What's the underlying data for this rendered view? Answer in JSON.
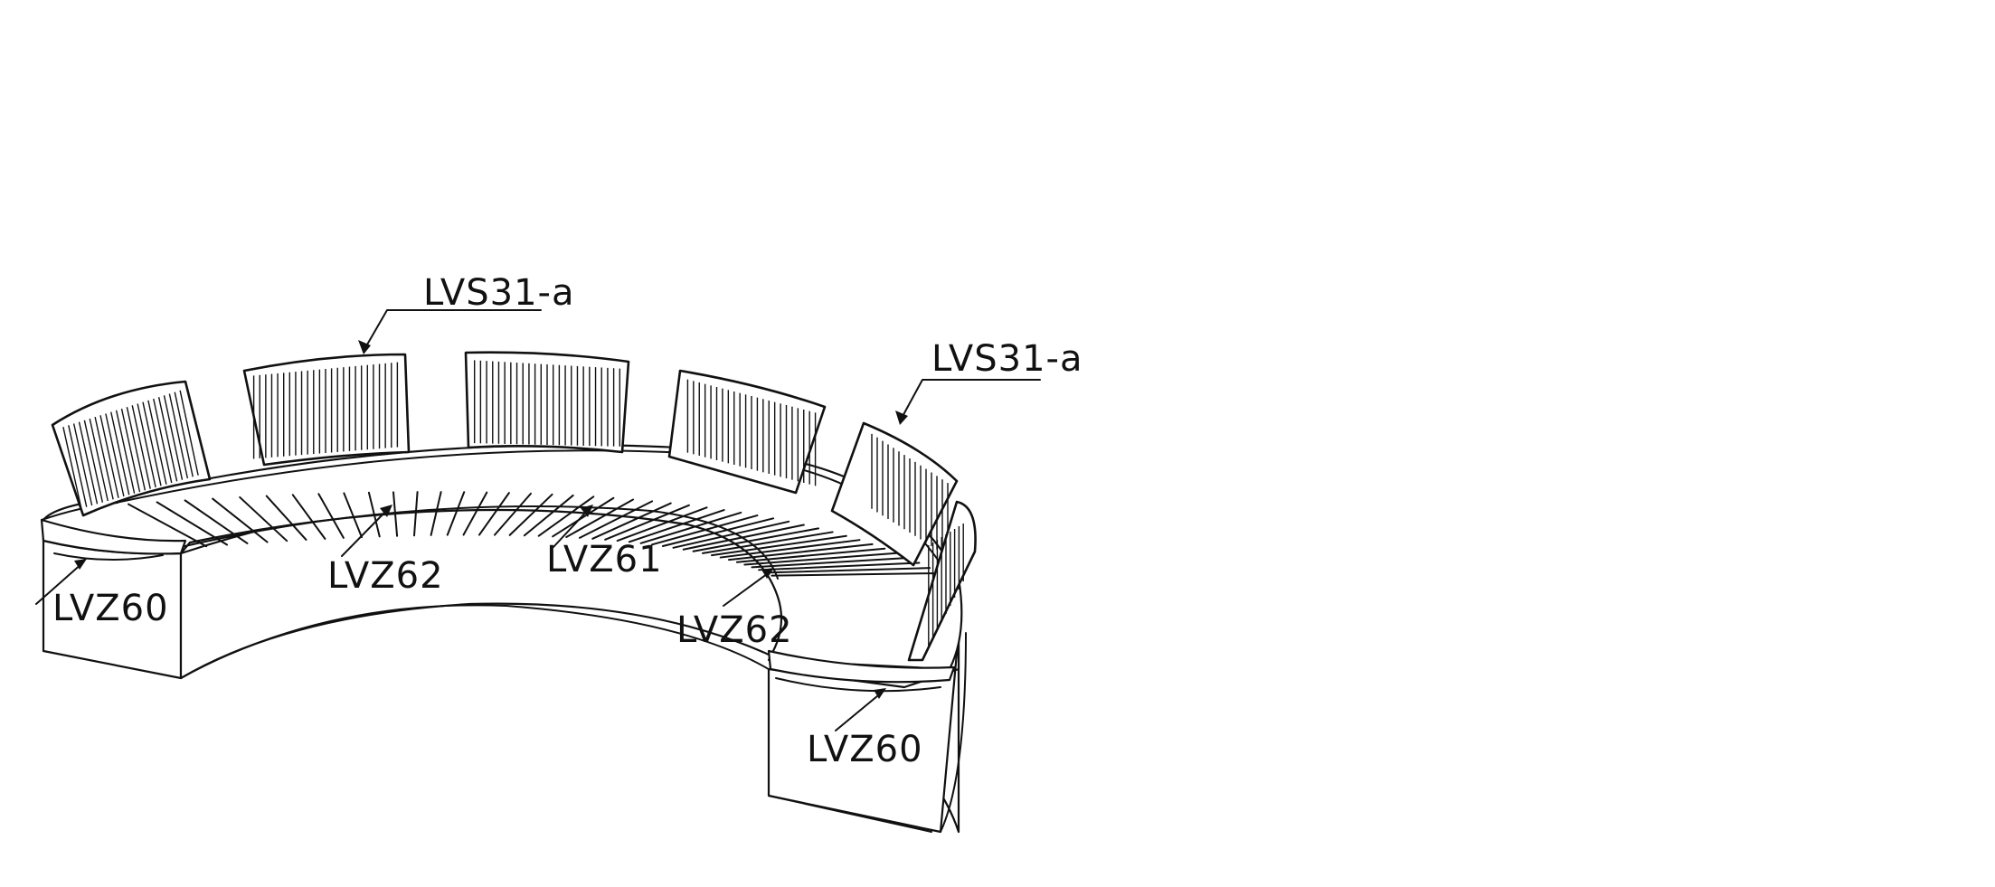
{
  "callouts": [
    {
      "id": "back-top-left",
      "text": "LVS31-a"
    },
    {
      "id": "back-right",
      "text": "LVS31-a"
    },
    {
      "id": "seat-left",
      "text": "LVZ62"
    },
    {
      "id": "seat-center",
      "text": "LVZ61"
    },
    {
      "id": "seat-right",
      "text": "LVZ62"
    },
    {
      "id": "end-left",
      "text": "LVZ60"
    },
    {
      "id": "end-right",
      "text": "LVZ60"
    }
  ],
  "colors": {
    "line": "#111111",
    "paper": "#ffffff"
  }
}
